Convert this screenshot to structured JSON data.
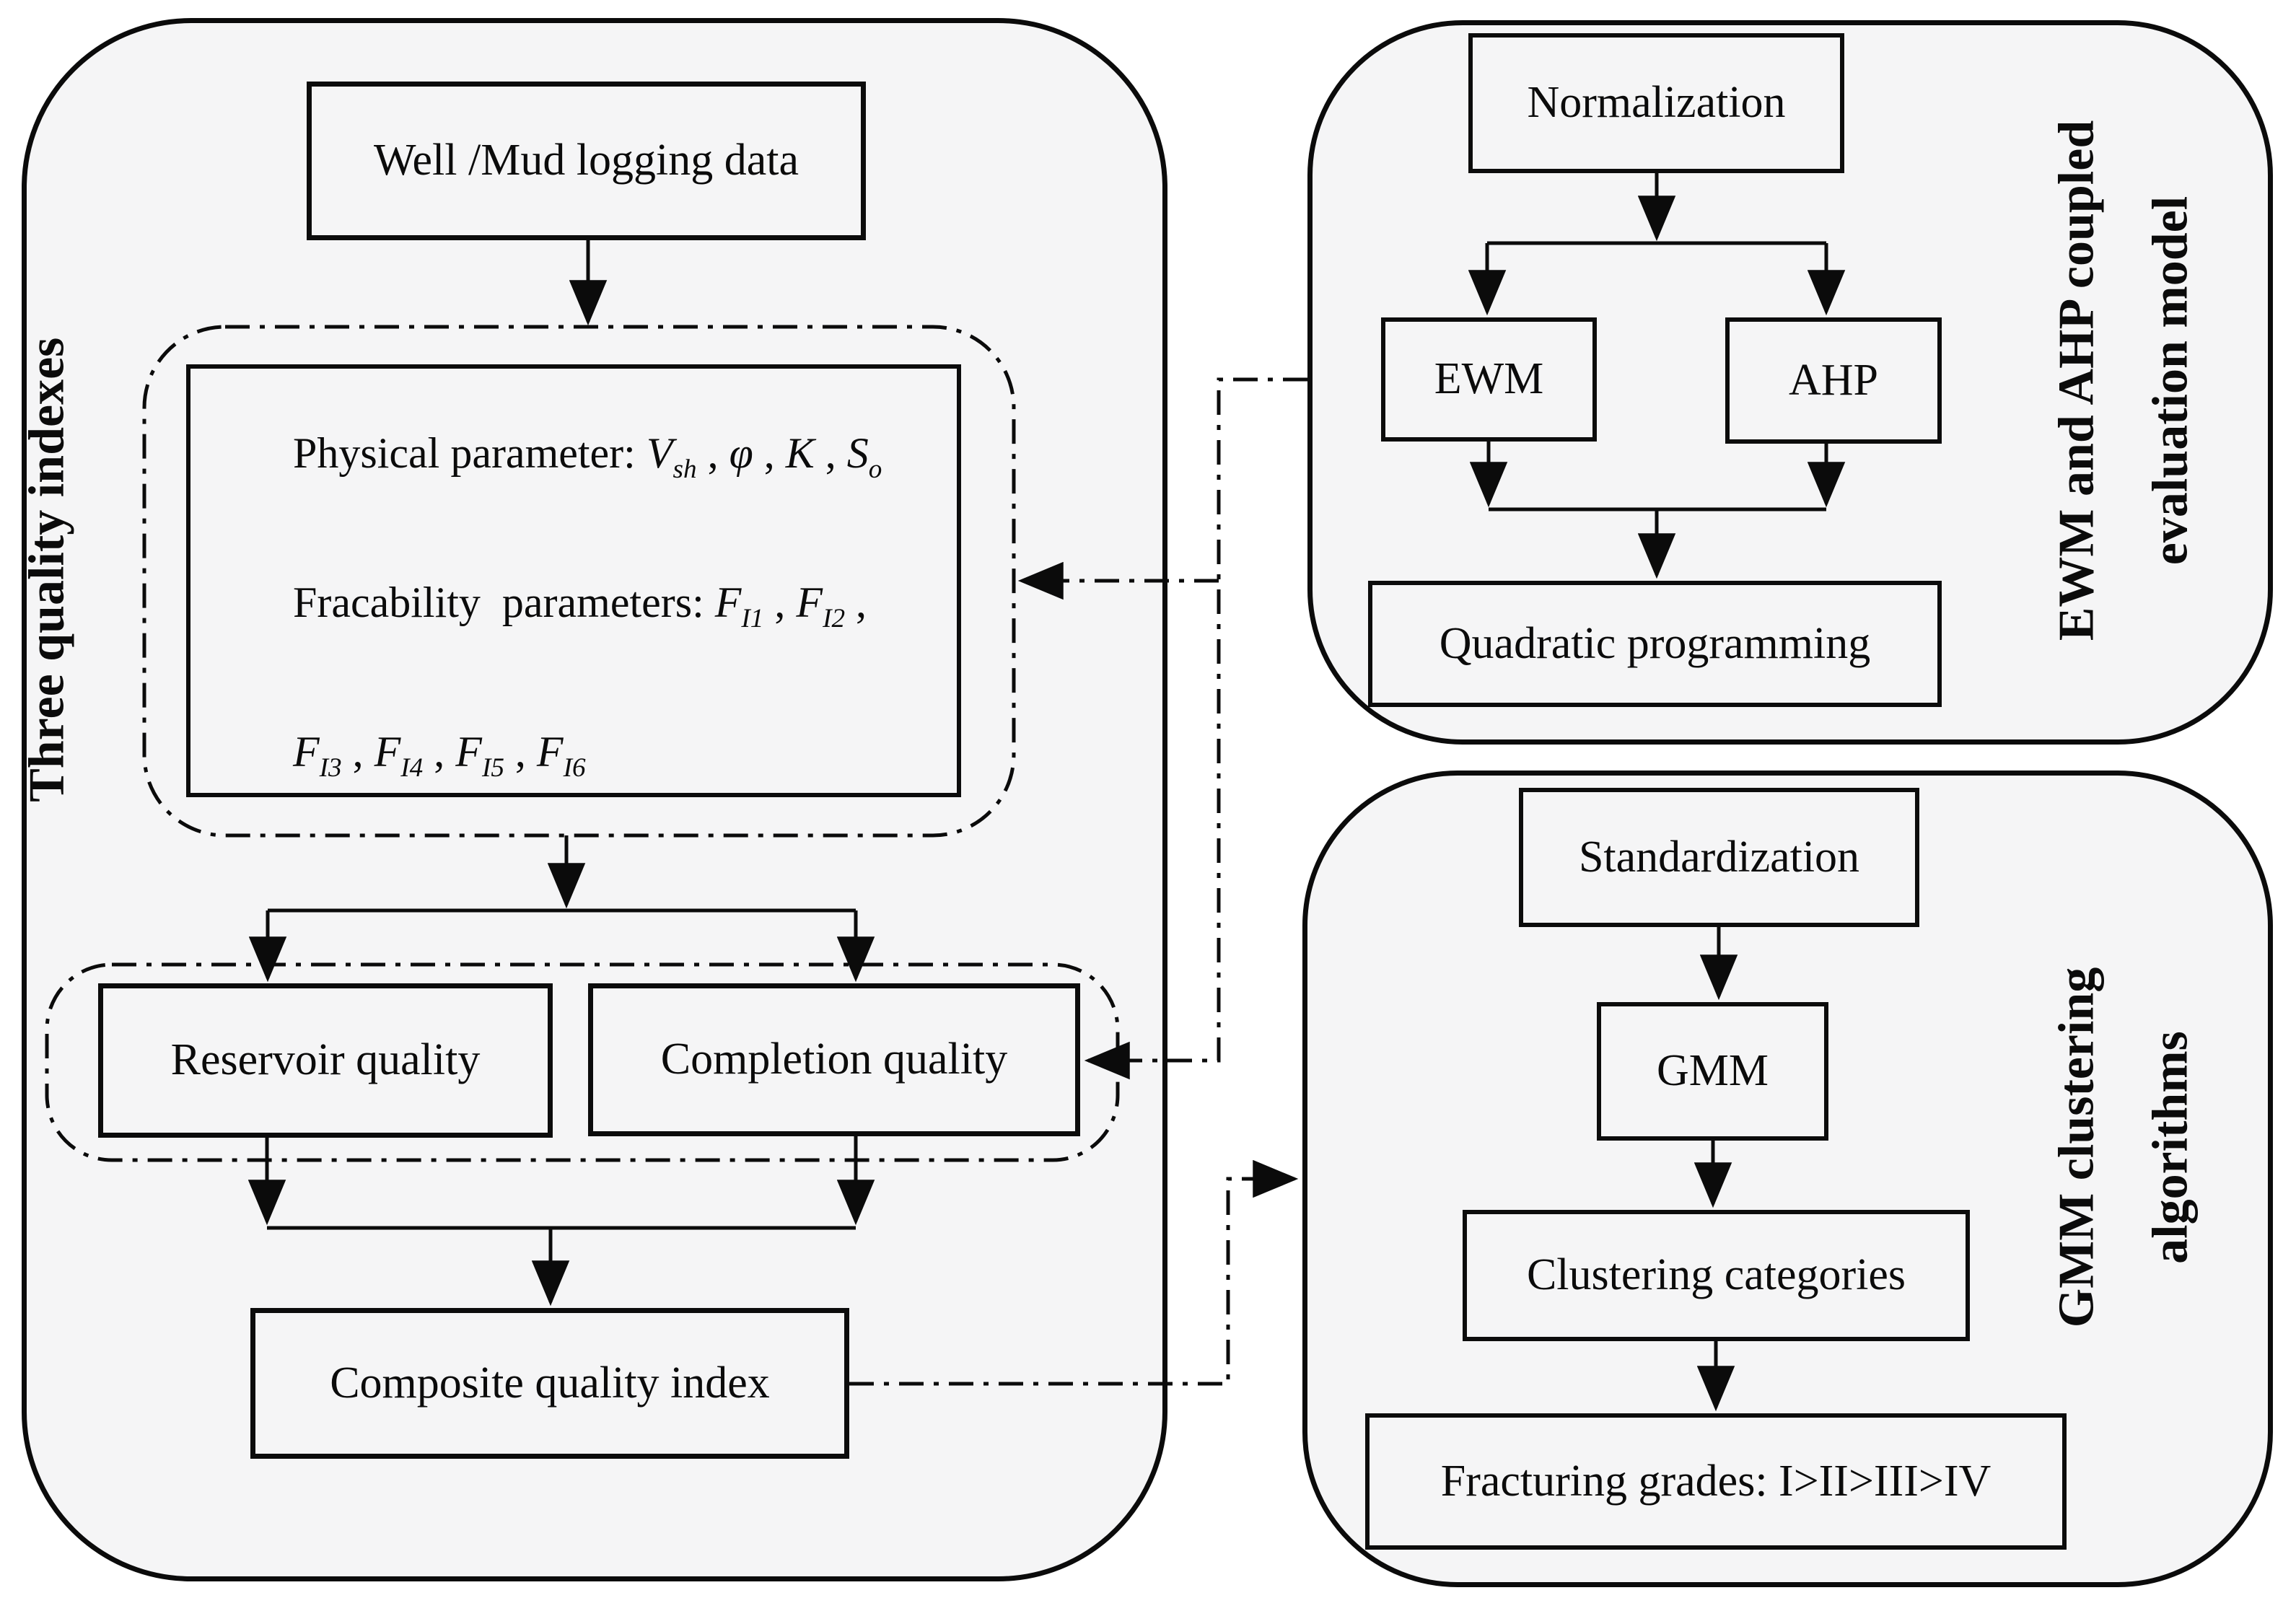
{
  "left_panel": {
    "title": "Three quality indexes",
    "well_box": "Well /Mud logging data",
    "param_line1": {
      "label": "Physical parameter: ",
      "v1": "V",
      "v1sub": "sh",
      "c1": " , ",
      "v2": "φ",
      "c2": " , ",
      "v3": "K",
      "c3": " , ",
      "v4": "S",
      "v4sub": "o"
    },
    "param_line2": {
      "label": "Fracability  parameters: ",
      "v1": "F",
      "v1sub": "I1",
      "c1": " , ",
      "v2": "F",
      "v2sub": "I2",
      "c2": " ,"
    },
    "param_line3": {
      "v1": "F",
      "v1sub": "I3",
      "c1": " , ",
      "v2": "F",
      "v2sub": "I4",
      "c2": " , ",
      "v3": "F",
      "v3sub": "I5",
      "c3": " , ",
      "v4": "F",
      "v4sub": "I6"
    },
    "reservoir_box": "Reservoir quality",
    "completion_box": "Completion quality",
    "composite_box": "Composite quality index"
  },
  "ewm_panel": {
    "title_line1": "EWM and AHP coupled",
    "title_line2": "evaluation model",
    "normalization_box": "Normalization",
    "ewm_box": "EWM",
    "ahp_box": "AHP",
    "quadratic_box": "Quadratic programming"
  },
  "gmm_panel": {
    "title_line1": "GMM clustering",
    "title_line2": "algorithms",
    "standardization_box": "Standardization",
    "gmm_box": "GMM",
    "clustering_box": "Clustering categories",
    "grades_box": "Fracturing grades: I>II>III>IV"
  },
  "colors": {
    "line": "#0b0b0b",
    "panel_fill": "#f5f5f6",
    "background": "#ffffff"
  }
}
